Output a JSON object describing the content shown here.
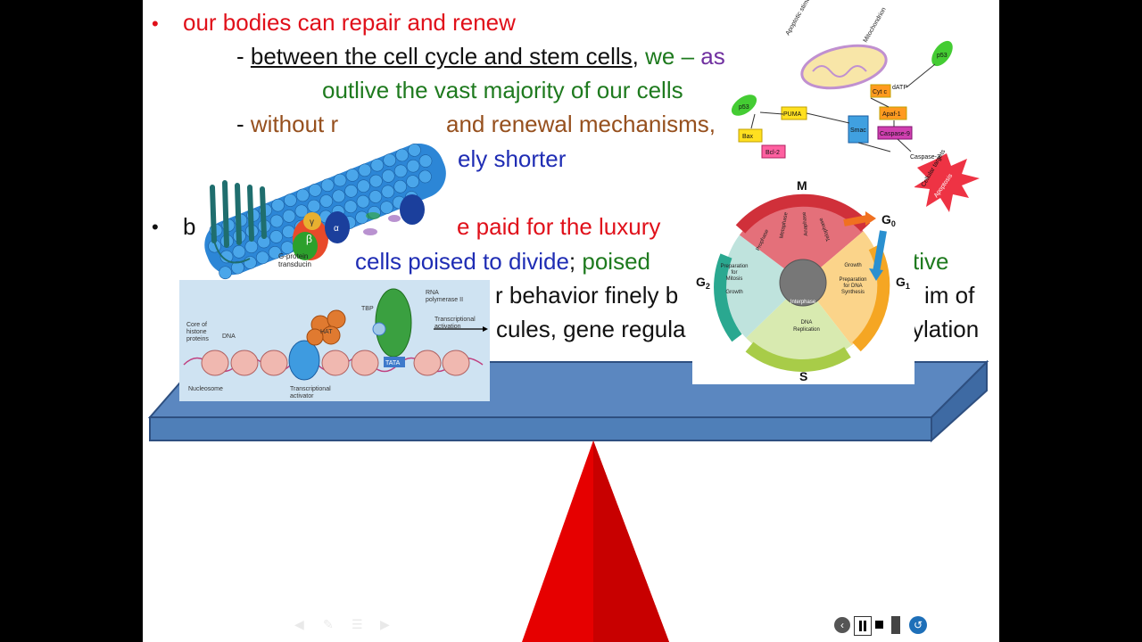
{
  "slide": {
    "line1": "our bodies can repair and renew",
    "line2_dash": "- ",
    "line2_underlined": "between the cell cycle and stem cells",
    "line2_comma": ",",
    "line2_green": " we –",
    "line2_purple": " as",
    "line3": "outlive the vast majority of our cells",
    "line4_dash": "- ",
    "line4_brown": "without r",
    "line4_brown2": "and renewal mechanisms,",
    "line5_blue": "ely shorter",
    "line6_b": "b",
    "line6_red": "e paid for the luxury",
    "line7_blue": "cells poised to divide",
    "line7_semi": ";",
    "line7_green": " poised",
    "line7_end": "tive",
    "line8_text": "r behavior finely b",
    "line8_end": "im of",
    "line9_text": "cules, gene regula",
    "line9_end": "ylation"
  },
  "figures": {
    "gprotein": {
      "label_gprotein": "G-protein",
      "label_transducin": "transducin",
      "beta": "β",
      "gamma": "γ",
      "alpha": "α"
    },
    "chromatin": {
      "core": "Core of",
      "histone": "histone",
      "proteins": "proteins",
      "dna": "DNA",
      "hat": "HAT",
      "tbp": "TBP",
      "rna1": "RNA",
      "rna2": "polymerase II",
      "trans1": "Transcriptional",
      "trans2": "activation",
      "tata": "TATA",
      "nucleosome": "Nucleosome",
      "activator1": "Transcriptional",
      "activator2": "activator"
    },
    "apoptosis": {
      "apoptotic_stimuli": "Apoptotic stimuli",
      "mitochondrion": "Mitochondrion",
      "p53_left": "p53",
      "p53_right": "p53",
      "bax": "Bax",
      "puma": "PUMA",
      "bcl2": "Bcl-2",
      "smac": "Smac",
      "cytc": "Cyt c",
      "datp": "dATP",
      "apaf": "Apaf-1",
      "casp9": "Caspase-9",
      "casp3": "Caspase-3",
      "cellular": "Cellular targets",
      "apoptosis": "Apoptosis"
    },
    "cell_cycle": {
      "m": "M",
      "g0": "G",
      "g0_sub": "0",
      "g1": "G",
      "g1_sub": "1",
      "g2": "G",
      "g2_sub": "2",
      "s": "S",
      "prophase": "Prophase",
      "metaphase": "Metaphase",
      "anaphase": "Anaphase",
      "telophase": "Telophase",
      "prep_mitosis": [
        "Preparation",
        "for",
        "Mitosis"
      ],
      "growth_left": "Growth",
      "growth_right": "Growth",
      "prep_dna": [
        "Preparation",
        "for DNA",
        "Synthesis"
      ],
      "interphase": "Interphase",
      "dna_rep": [
        "DNA",
        "Replication"
      ]
    }
  },
  "colors": {
    "seesaw_blue": "#4f7fb8",
    "seesaw_dark": "#2e4f80",
    "fulcrum_red": "#e60000"
  }
}
